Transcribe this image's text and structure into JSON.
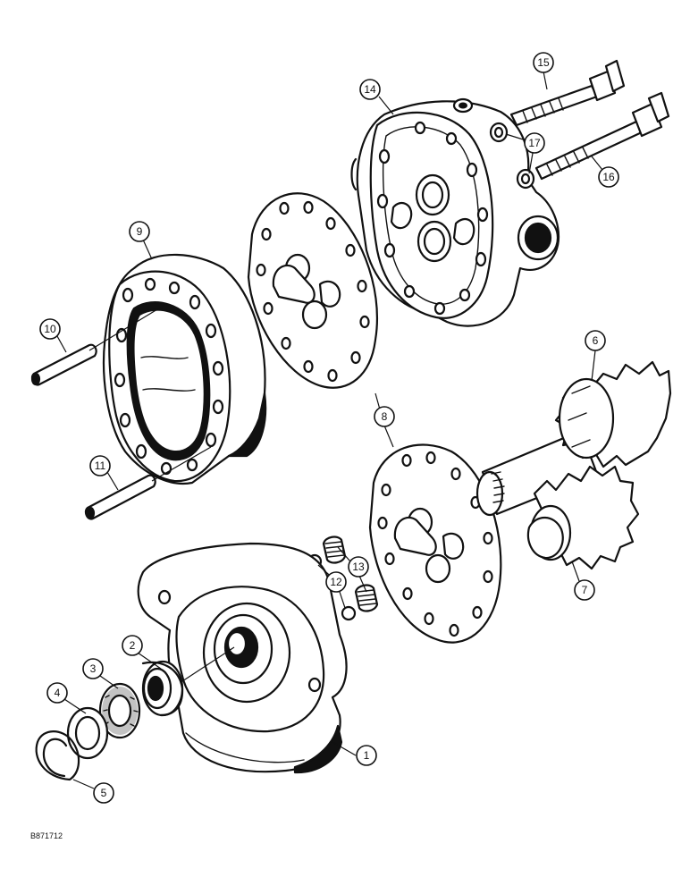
{
  "figure_id": "B871712",
  "callouts": [
    {
      "id": "c1",
      "label": "1"
    },
    {
      "id": "c2",
      "label": "2"
    },
    {
      "id": "c3",
      "label": "3"
    },
    {
      "id": "c4",
      "label": "4"
    },
    {
      "id": "c5",
      "label": "5"
    },
    {
      "id": "c6",
      "label": "6"
    },
    {
      "id": "c7",
      "label": "7"
    },
    {
      "id": "c8",
      "label": "8"
    },
    {
      "id": "c9",
      "label": "9"
    },
    {
      "id": "c10",
      "label": "10"
    },
    {
      "id": "c11",
      "label": "11"
    },
    {
      "id": "c12",
      "label": "12"
    },
    {
      "id": "c13",
      "label": "13"
    },
    {
      "id": "c14",
      "label": "14"
    },
    {
      "id": "c15",
      "label": "15"
    },
    {
      "id": "c16",
      "label": "16"
    },
    {
      "id": "c17",
      "label": "17"
    }
  ]
}
